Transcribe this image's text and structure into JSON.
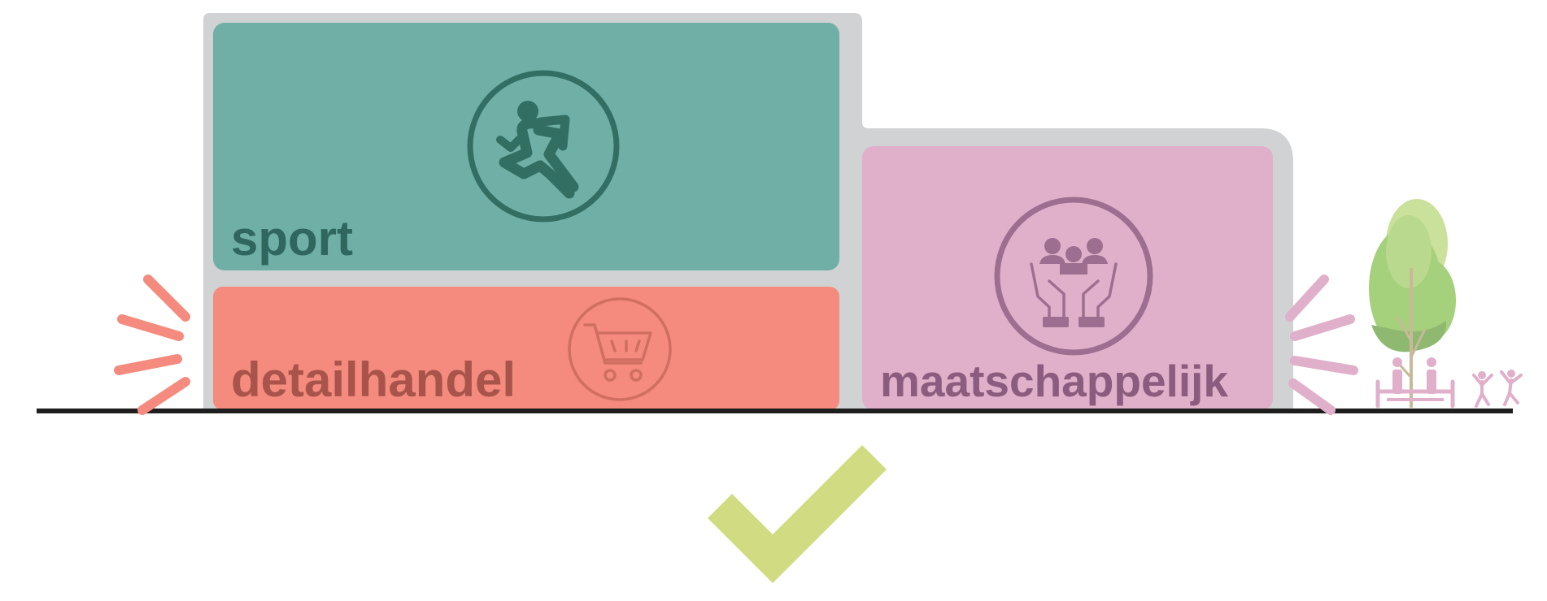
{
  "blocks": {
    "sport": {
      "label": "sport",
      "icon": "running-person-icon",
      "color": "#6FAFA6",
      "text_color": "#2F665D"
    },
    "retail": {
      "label": "detailhandel",
      "icon": "shopping-cart-icon",
      "color": "#F48B7E",
      "text_color": "#A8544A"
    },
    "social": {
      "label": "maatschappelijk",
      "icon": "community-hands-icon",
      "color": "#E0B0CB",
      "text_color": "#8B5C7D"
    }
  },
  "outline_color": "#D1D2D3",
  "ground_color": "#1E1E1E",
  "check_icon": {
    "icon": "checkmark-icon",
    "color": "#D1DC82"
  },
  "surroundings": [
    "tree-icon",
    "bench-people-icon",
    "children-playing-icon"
  ]
}
